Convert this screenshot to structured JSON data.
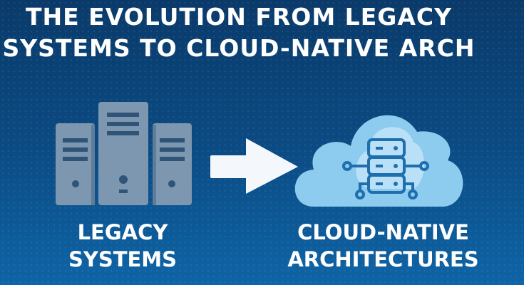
{
  "title": {
    "line1": "THE EVOLUTION FROM LEGACY",
    "line2": "SYSTEMS TO CLOUD-NATIVE ARCH"
  },
  "left_label": {
    "line1": "LEGACY",
    "line2": "SYSTEMS"
  },
  "right_label": {
    "line1": "CLOUD-NATIVE",
    "line2": "ARCHITECTURES"
  },
  "colors": {
    "server": "#7d97b0",
    "cloud": "#8dcbef",
    "cloud_inner": "#c4e5f8",
    "icon": "#1e6fae"
  }
}
